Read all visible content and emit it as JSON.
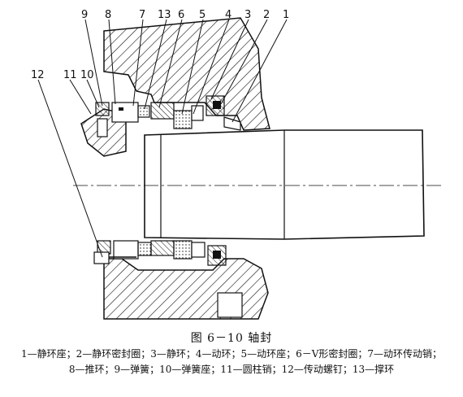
{
  "figure": {
    "caption": "图 6－10   轴封",
    "legend_lines": [
      "1—静环座；2—静环密封圈；3—静环；4—动环；5—动环座；6－V形密封圈；7—动环传动销；",
      "8—推环；9—弹簧；10—弹簧座；11—圆柱销；12—传动螺钉；13—撑环"
    ],
    "callouts": [
      "9",
      "8",
      "7",
      "13",
      "6",
      "5",
      "4",
      "3",
      "2",
      "1",
      "12",
      "11",
      "10"
    ]
  }
}
